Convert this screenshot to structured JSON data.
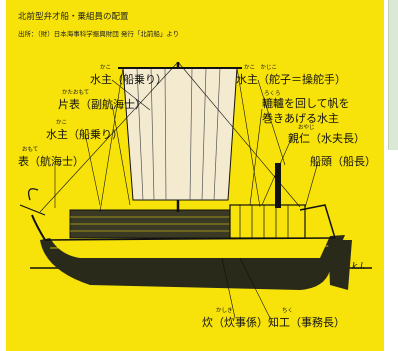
{
  "title": "北前型弁才船・乗組員の配置",
  "source": "出所：（財）日本海事科学振興財団 発行「北前船」より",
  "signature": "k.l.",
  "labels": {
    "kako_funanori_top": "水主（船乗り）",
    "kataomote": "片表（副航海士）",
    "kako_funanori": "水主（船乗り）",
    "omote": "表（航海士）",
    "kako_kajiko": "水主（舵子＝操舵手）",
    "rokuro_line1": "轆轤を回して帆を",
    "rokuro_line2": "巻きあげる水主",
    "oyaji": "親仁（水夫長）",
    "sendo": "船頭（船長）",
    "kashiki": "炊（炊事係）",
    "chikuro": "知工（事務長）"
  },
  "ruby": {
    "kako_funanori_top": "かこ",
    "kataomote": "かたおもて",
    "kako_funanori": "かこ",
    "omote": "おもて",
    "kako_kajiko": "かこ　かじこ",
    "rokuro": "ろくろ",
    "oyaji": "おやじ",
    "kashiki": "かしき",
    "chikuro": "ちく"
  },
  "colors": {
    "background": "#f7e20a",
    "ink": "#111111"
  }
}
